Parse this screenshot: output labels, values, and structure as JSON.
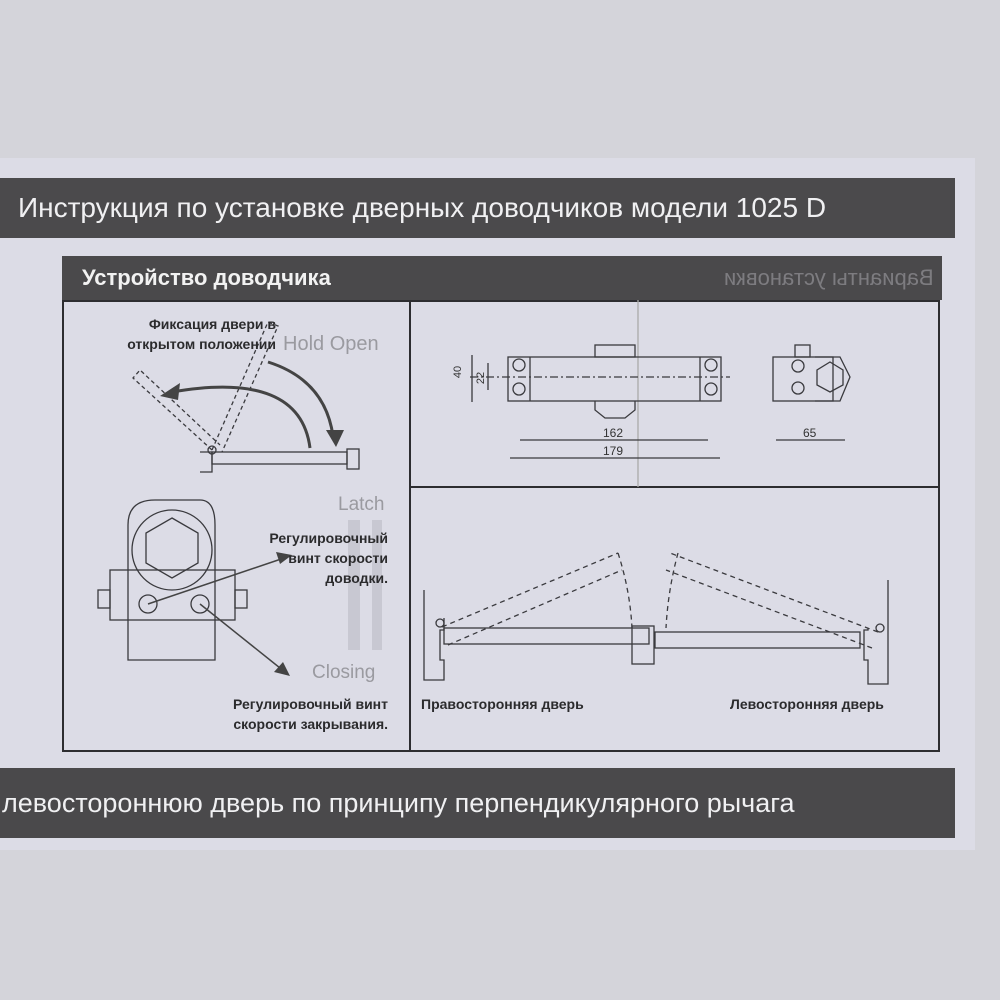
{
  "header": {
    "title": "Инструкция по установке дверных доводчиков модели 1025 D"
  },
  "section": {
    "title": "Устройство доводчика",
    "mirrored_bleedthrough": "Варианты установки"
  },
  "device_panel": {
    "hold_open_caption": "Фиксация двери в открытом положении",
    "hold_open_label": "Hold Open",
    "latch_label": "Latch",
    "closing_label": "Closing",
    "latch_screw_caption": "Регулировочный винт скорости доводки.",
    "closing_screw_caption": "Регулировочный винт скорости закрывания."
  },
  "dimensions": {
    "height": "40",
    "hole_spacing": "22",
    "hole_length": "162",
    "total_length": "179",
    "depth": "65"
  },
  "doors": {
    "right": "Правосторонняя дверь",
    "left": "Левосторонняя дверь"
  },
  "footer": {
    "text": "левостороннюю дверь по принципу перпендикулярного рычага"
  },
  "colors": {
    "dark_bar": "#4a494b",
    "paper": "#dcdce6",
    "line": "#2d2d30"
  }
}
